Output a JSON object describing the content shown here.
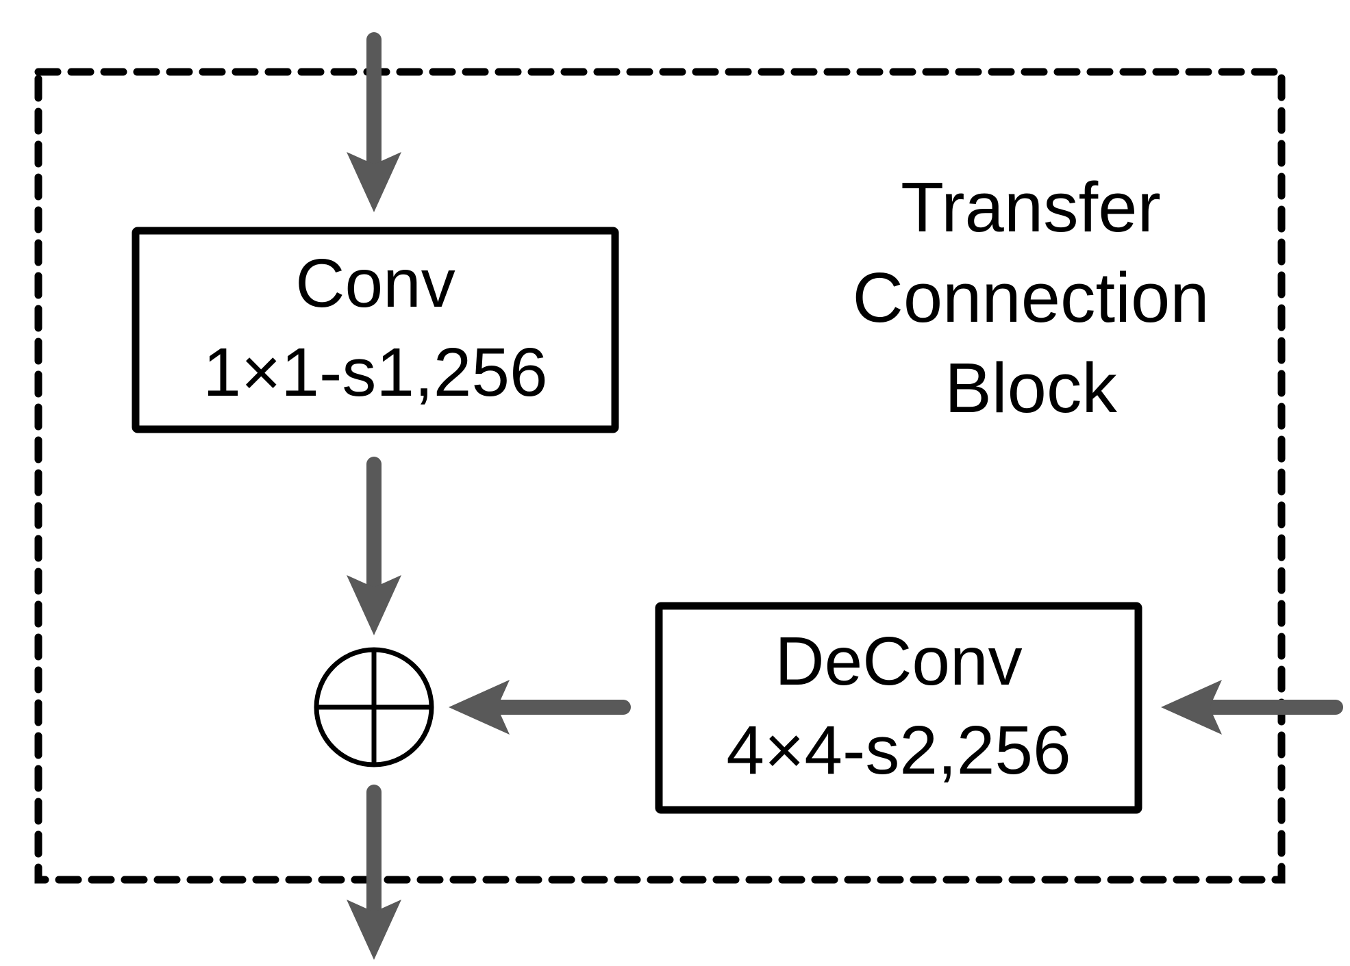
{
  "diagram": {
    "block_title": {
      "line1": "Transfer",
      "line2": "Connection",
      "line3": "Block"
    },
    "conv_box": {
      "name": "Conv",
      "params": "1×1-s1,256"
    },
    "deconv_box": {
      "name": "DeConv",
      "params": "4×4-s2,256"
    },
    "sum_node": {
      "symbol": "element-wise-sum"
    },
    "colors": {
      "arrow": "#595959",
      "stroke": "#000000",
      "background": "#ffffff"
    }
  }
}
